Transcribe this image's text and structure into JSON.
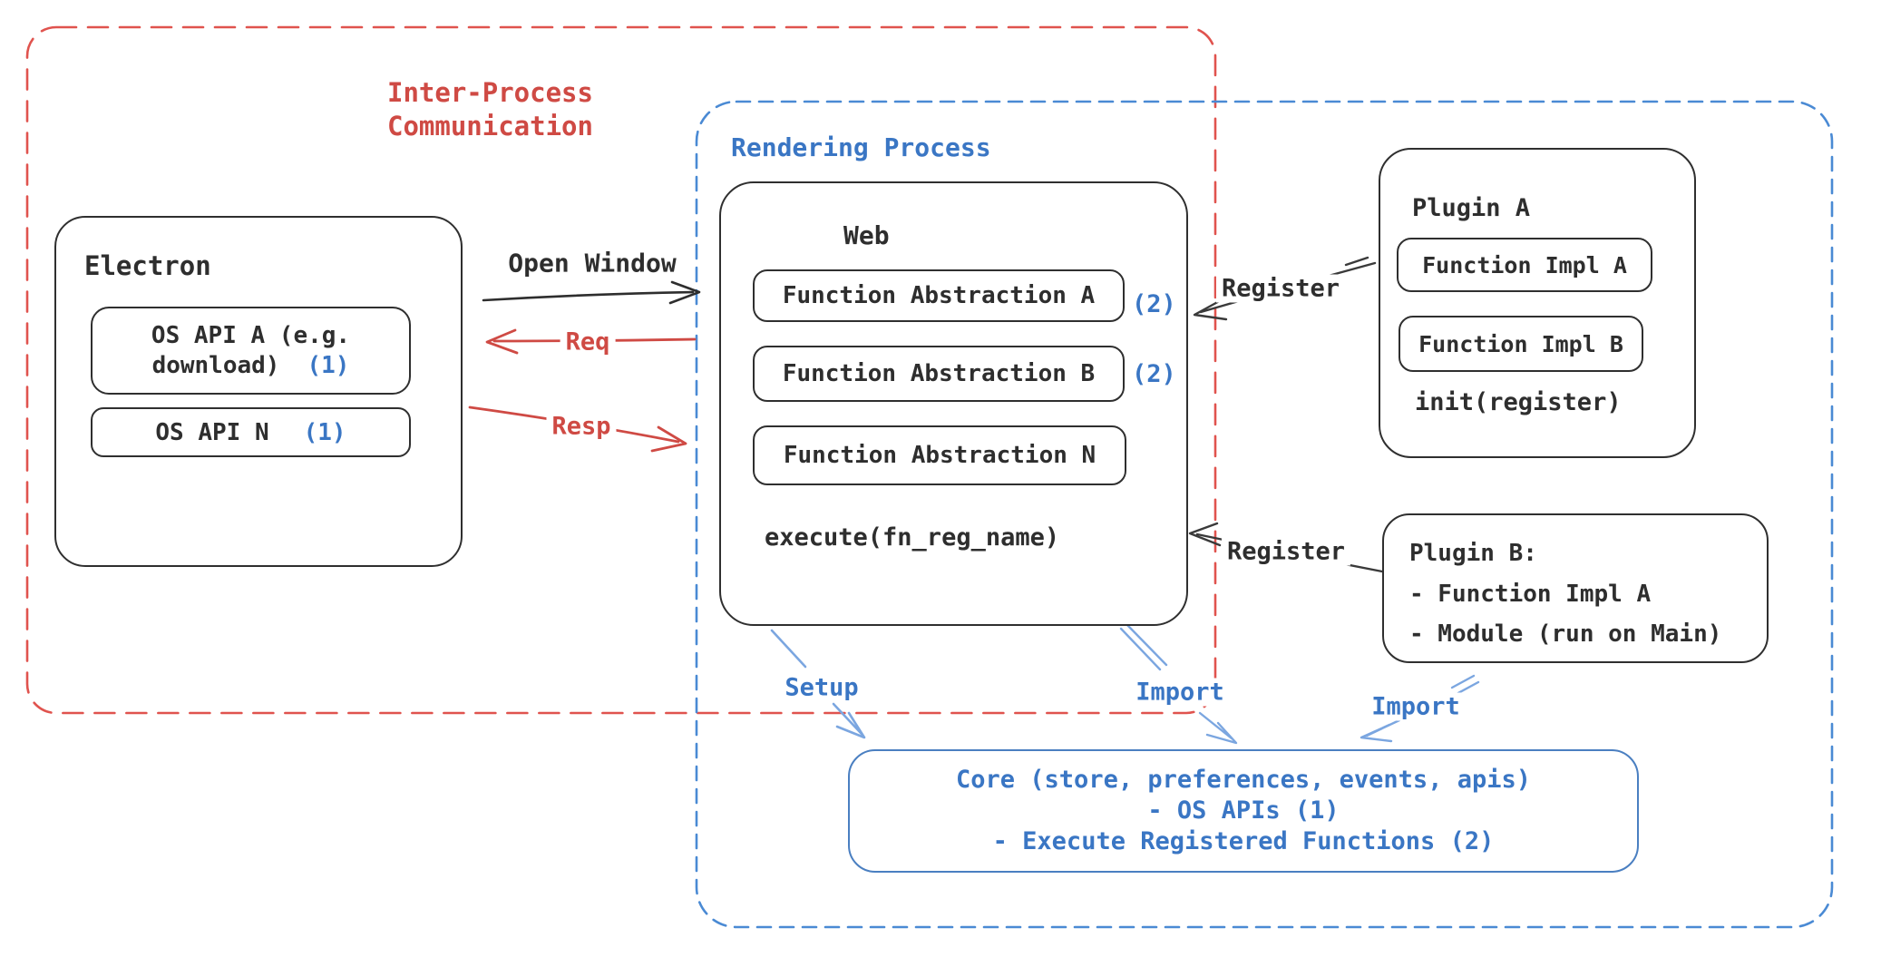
{
  "colors": {
    "red_text": "#cf4a44",
    "red_border": "#e0534e",
    "blue_text": "#3a76c4",
    "blue_border": "#4a8ad4",
    "blue_arrow": "#7ba6e0",
    "black": "#2e2e2e"
  },
  "ipc": {
    "label_line1": "Inter-Process",
    "label_line2": "Communication"
  },
  "rendering": {
    "label": "Rendering Process"
  },
  "electron": {
    "title": "Electron",
    "api_a_line1": "OS API A (e.g.",
    "api_a_line2": "download)",
    "api_a_badge": "(1)",
    "api_n_label": "OS API N",
    "api_n_badge": "(1)"
  },
  "web": {
    "title": "Web",
    "fa_a": "Function Abstraction A",
    "fa_a_badge": "(2)",
    "fa_b": "Function Abstraction B",
    "fa_b_badge": "(2)",
    "fa_n": "Function Abstraction N",
    "execute": "execute(fn_reg_name)"
  },
  "plugin_a": {
    "title": "Plugin A",
    "impl_a": "Function Impl A",
    "impl_b": "Function Impl B",
    "init": "init(register)"
  },
  "plugin_b": {
    "line1": "Plugin B:",
    "line2": "- Function Impl A",
    "line3": "- Module (run on Main)"
  },
  "core": {
    "line1": "Core (store, preferences, events, apis)",
    "line2": "- OS APIs (1)",
    "line3": "- Execute Registered Functions (2)"
  },
  "connectors": {
    "open_window": "Open Window",
    "req": "Req",
    "resp": "Resp",
    "register_a": "Register",
    "register_b": "Register",
    "setup": "Setup",
    "import_core": "Import",
    "import_plugin_b": "Import"
  }
}
